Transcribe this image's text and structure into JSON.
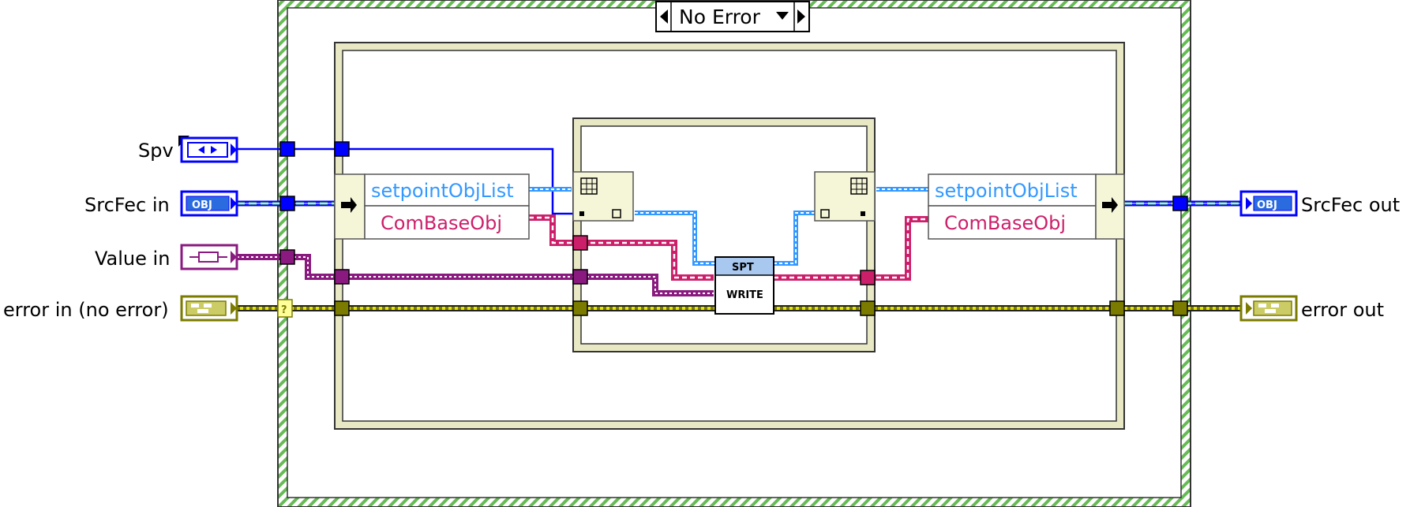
{
  "case_selector": {
    "label": "No Error"
  },
  "inputs": {
    "spv": "Spv",
    "srcfec_in": "SrcFec in",
    "value_in": "Value in",
    "error_in": "error in (no error)"
  },
  "outputs": {
    "srcfec_out": "SrcFec out",
    "error_out": "error out"
  },
  "terminal_text": {
    "obj": "OBJ",
    "spt": "SPT",
    "write": "WRITE",
    "question": "?"
  },
  "property_node_left": {
    "prop1": "setpointObjList",
    "prop2": "ComBaseObj"
  },
  "property_node_right": {
    "prop1": "setpointObjList",
    "prop2": "ComBaseObj"
  },
  "colors": {
    "refnum_wire": "#0000ff",
    "object_wire": "#3db1c8",
    "variant_wire": "#8a1a7f",
    "error_wire": "#7b7b00",
    "array_wire": "#3399ff",
    "class_wire": "#cc1f6a",
    "case_border": "#66bb55",
    "structure_border": "#e4e4c0"
  }
}
